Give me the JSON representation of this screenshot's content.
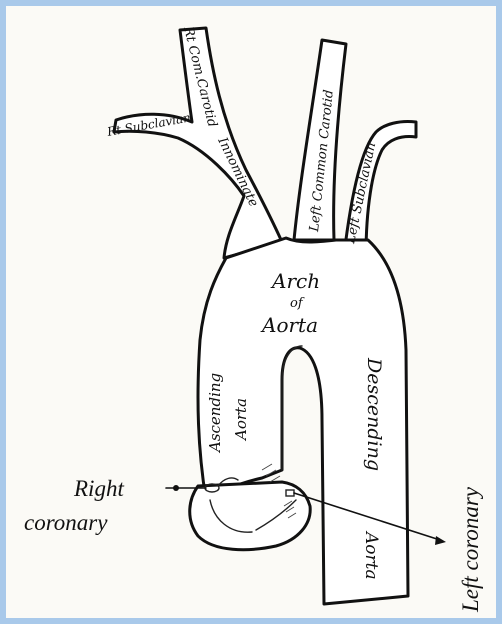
{
  "figure": {
    "border_color": "#a9c9ea",
    "background_color": "#fbfaf6",
    "ink_color": "#111111"
  },
  "labels": {
    "rt_subclavian": "Rt Subclavian",
    "rt_com_carotid": "Rt Com.Carotid",
    "innominate": "Innominate",
    "left_common_carotid": "Left Common Carotid",
    "left_subclavian": "Left Subclavian",
    "arch": "Arch",
    "of": "of",
    "aorta_arch": "Aorta",
    "ascending": "Ascending",
    "aorta_ascending": "Aorta",
    "descending": "Descending",
    "aorta_descending": "Aorta",
    "right": "Right",
    "coronary_right": "coronary",
    "left_coronary": "Left coronary"
  }
}
